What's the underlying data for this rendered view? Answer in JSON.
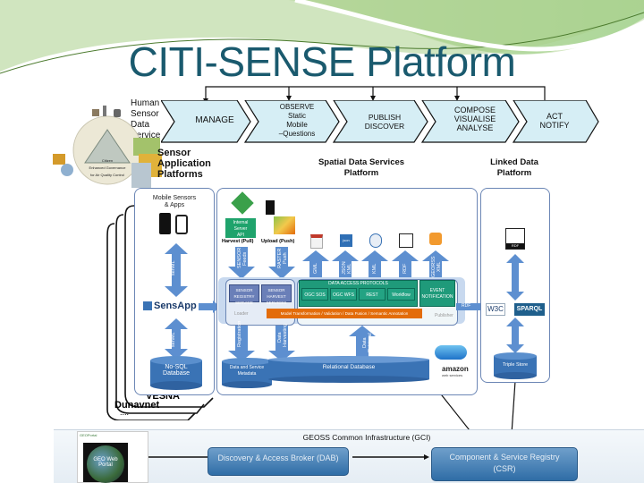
{
  "title": "CITI-SENSE Platform",
  "process_chain": {
    "side_label": [
      "Human",
      "Sensor",
      "Data",
      "Service"
    ],
    "steps": [
      {
        "label": "MANAGE"
      },
      {
        "label": "OBSERVE\nStatic\nMobile\n–Questions"
      },
      {
        "label": "PUBLISH\nDISCOVER"
      },
      {
        "label": "COMPOSE\nVISUALISE\nANALYSE"
      },
      {
        "label": "ACT\nNOTIFY"
      }
    ]
  },
  "section_headings": {
    "sensor_platforms": "Sensor\nApplication\nPlatforms",
    "spatial": "Spatial Data Services\nPlatform",
    "linked": "Linked Data\nPlatform"
  },
  "sensor_platforms": {
    "mobile": "Mobile Sensors\n& Apps",
    "sensapp": "SensApp",
    "nosql": "No-SQL\nDatabase",
    "senml_label": "senML",
    "senml_label2": "senML",
    "senml_out": "senML",
    "stacked_names": [
      "VESNA",
      "Dunavnet",
      "...."
    ]
  },
  "spatial": {
    "internal_api": "Internal\nServer\nAPI",
    "harvest": "Harvest (Pull)",
    "upload": "Upload (Push)",
    "in_arrows": [
      "SENSOR\nFeeds",
      "RASTER\nPush"
    ],
    "out_arrows": [
      {
        "label": "GML",
        "icon": "gml-file-icon"
      },
      {
        "label": "JSON\nKML",
        "icon": "json-icon"
      },
      {
        "label": "KML",
        "icon": "kml-globe-icon"
      },
      {
        "label": "RDF",
        "icon": "rdf-icon"
      },
      {
        "label": "GEORSS\nXML",
        "icon": "rss-icon"
      }
    ],
    "registry": "SENSOR\nREGISTRY\nSERVICE",
    "harvest_services": "SENSOR\nHARVEST\nSERVICES",
    "protocols_title": "DATA ACCESS PROTOCOLS",
    "protocols": [
      "OGC SOS",
      "OGC WFS",
      "REST",
      "Workflow"
    ],
    "event": "EVENT\nNOTIFICATION",
    "loader": "Loader",
    "publisher": "Publisher",
    "transform": "Model Transformation / Validation / Data Fusion / Semantic Annotation",
    "rdf_out": "RDF",
    "db_arrows": [
      "Registration",
      "Data\nHarvesting",
      "Data\nRetrieval"
    ],
    "metadata": "Data and Service\nMetadata",
    "relational": "Relational Database",
    "amazon": "amazon",
    "amazon_sub": "web services"
  },
  "linked": {
    "rdf": "RDF",
    "w3c": "W3C",
    "sparql": "SPARQL",
    "triple": "Triple Store"
  },
  "gci": {
    "title": "GEOSS Common Infrastructure (GCI)",
    "portal": "GEO Web\nPortal",
    "portal_header": "GEOPortal",
    "dab": "Discovery & Access Broker (DAB)",
    "csr": "Component & Service Registry\n(CSR)"
  },
  "triangle_labels": {
    "center": "Citizen\nEnhanced Governance\nfor Air Quality Control"
  },
  "colors": {
    "title": "#1a5a6e",
    "chevron_fill": "#d6eef5",
    "panel_border": "#6b86b5",
    "green_protocol": "#1f9a7a",
    "orange_transform": "#e36c0a",
    "db_blue": "#3a73b5"
  }
}
